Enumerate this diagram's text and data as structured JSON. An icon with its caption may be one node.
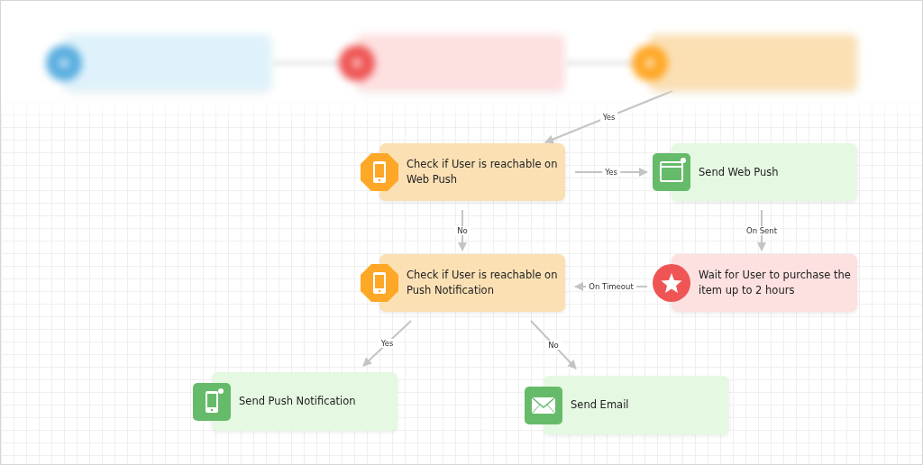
{
  "diagram": {
    "nodes": [
      {
        "text": [],
        "shape": "box"
      },
      {
        "text": [],
        "shape": "box"
      },
      {
        "text": [],
        "shape": "box"
      },
      {
        "text": [
          "Check if User is reachable on Web Push"
        ]
      },
      {
        "text": [
          "Send Web Push"
        ]
      },
      {
        "text": [
          "Check if User is reachable on Push Notification"
        ]
      },
      {
        "text": [
          "Wait for User to purchase the item up to 2 hours"
        ]
      },
      {
        "text": [
          "Send Push Notification"
        ]
      },
      {
        "text": [
          "Send Email"
        ]
      }
    ],
    "edges": [
      {
        "from": 0,
        "to": 1,
        "arrow": "none"
      },
      {
        "from": 1,
        "to": 2,
        "arrow": "none"
      },
      {
        "from": 2,
        "to": 3,
        "label": "Yes",
        "arrow": "to"
      },
      {
        "from": 3,
        "to": 4,
        "label": "Yes",
        "arrow": "to"
      },
      {
        "from": 3,
        "to": 5,
        "label": "No",
        "arrow": "to"
      },
      {
        "from": 4,
        "to": 6,
        "label": "On Sent",
        "arrow": "to"
      },
      {
        "from": 6,
        "to": 5,
        "label": "On Timeout",
        "arrow": "to"
      },
      {
        "from": 5,
        "to": 7,
        "label": "Yes",
        "arrow": "to"
      },
      {
        "from": 5,
        "to": 8,
        "label": "No",
        "arrow": "to"
      }
    ]
  }
}
